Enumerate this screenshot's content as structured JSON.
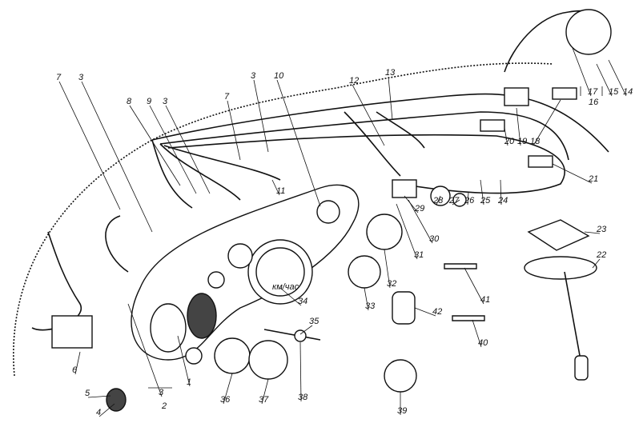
{
  "diagram": {
    "type": "exploded parts drawing",
    "callouts": [
      "7",
      "3",
      "8",
      "9",
      "3",
      "7",
      "3",
      "10",
      "11",
      "12",
      "13",
      "17",
      "16",
      "15",
      "14",
      "20",
      "19",
      "18",
      "21",
      "29",
      "28",
      "27",
      "26",
      "25",
      "24",
      "30",
      "31",
      "32",
      "33",
      "34",
      "23",
      "22",
      "41",
      "42",
      "40",
      "35",
      "36",
      "37",
      "38",
      "39",
      "1",
      "3",
      "2",
      "4",
      "5",
      "6"
    ],
    "gauge_text": {
      "speedometer_unit": "км/час"
    }
  }
}
